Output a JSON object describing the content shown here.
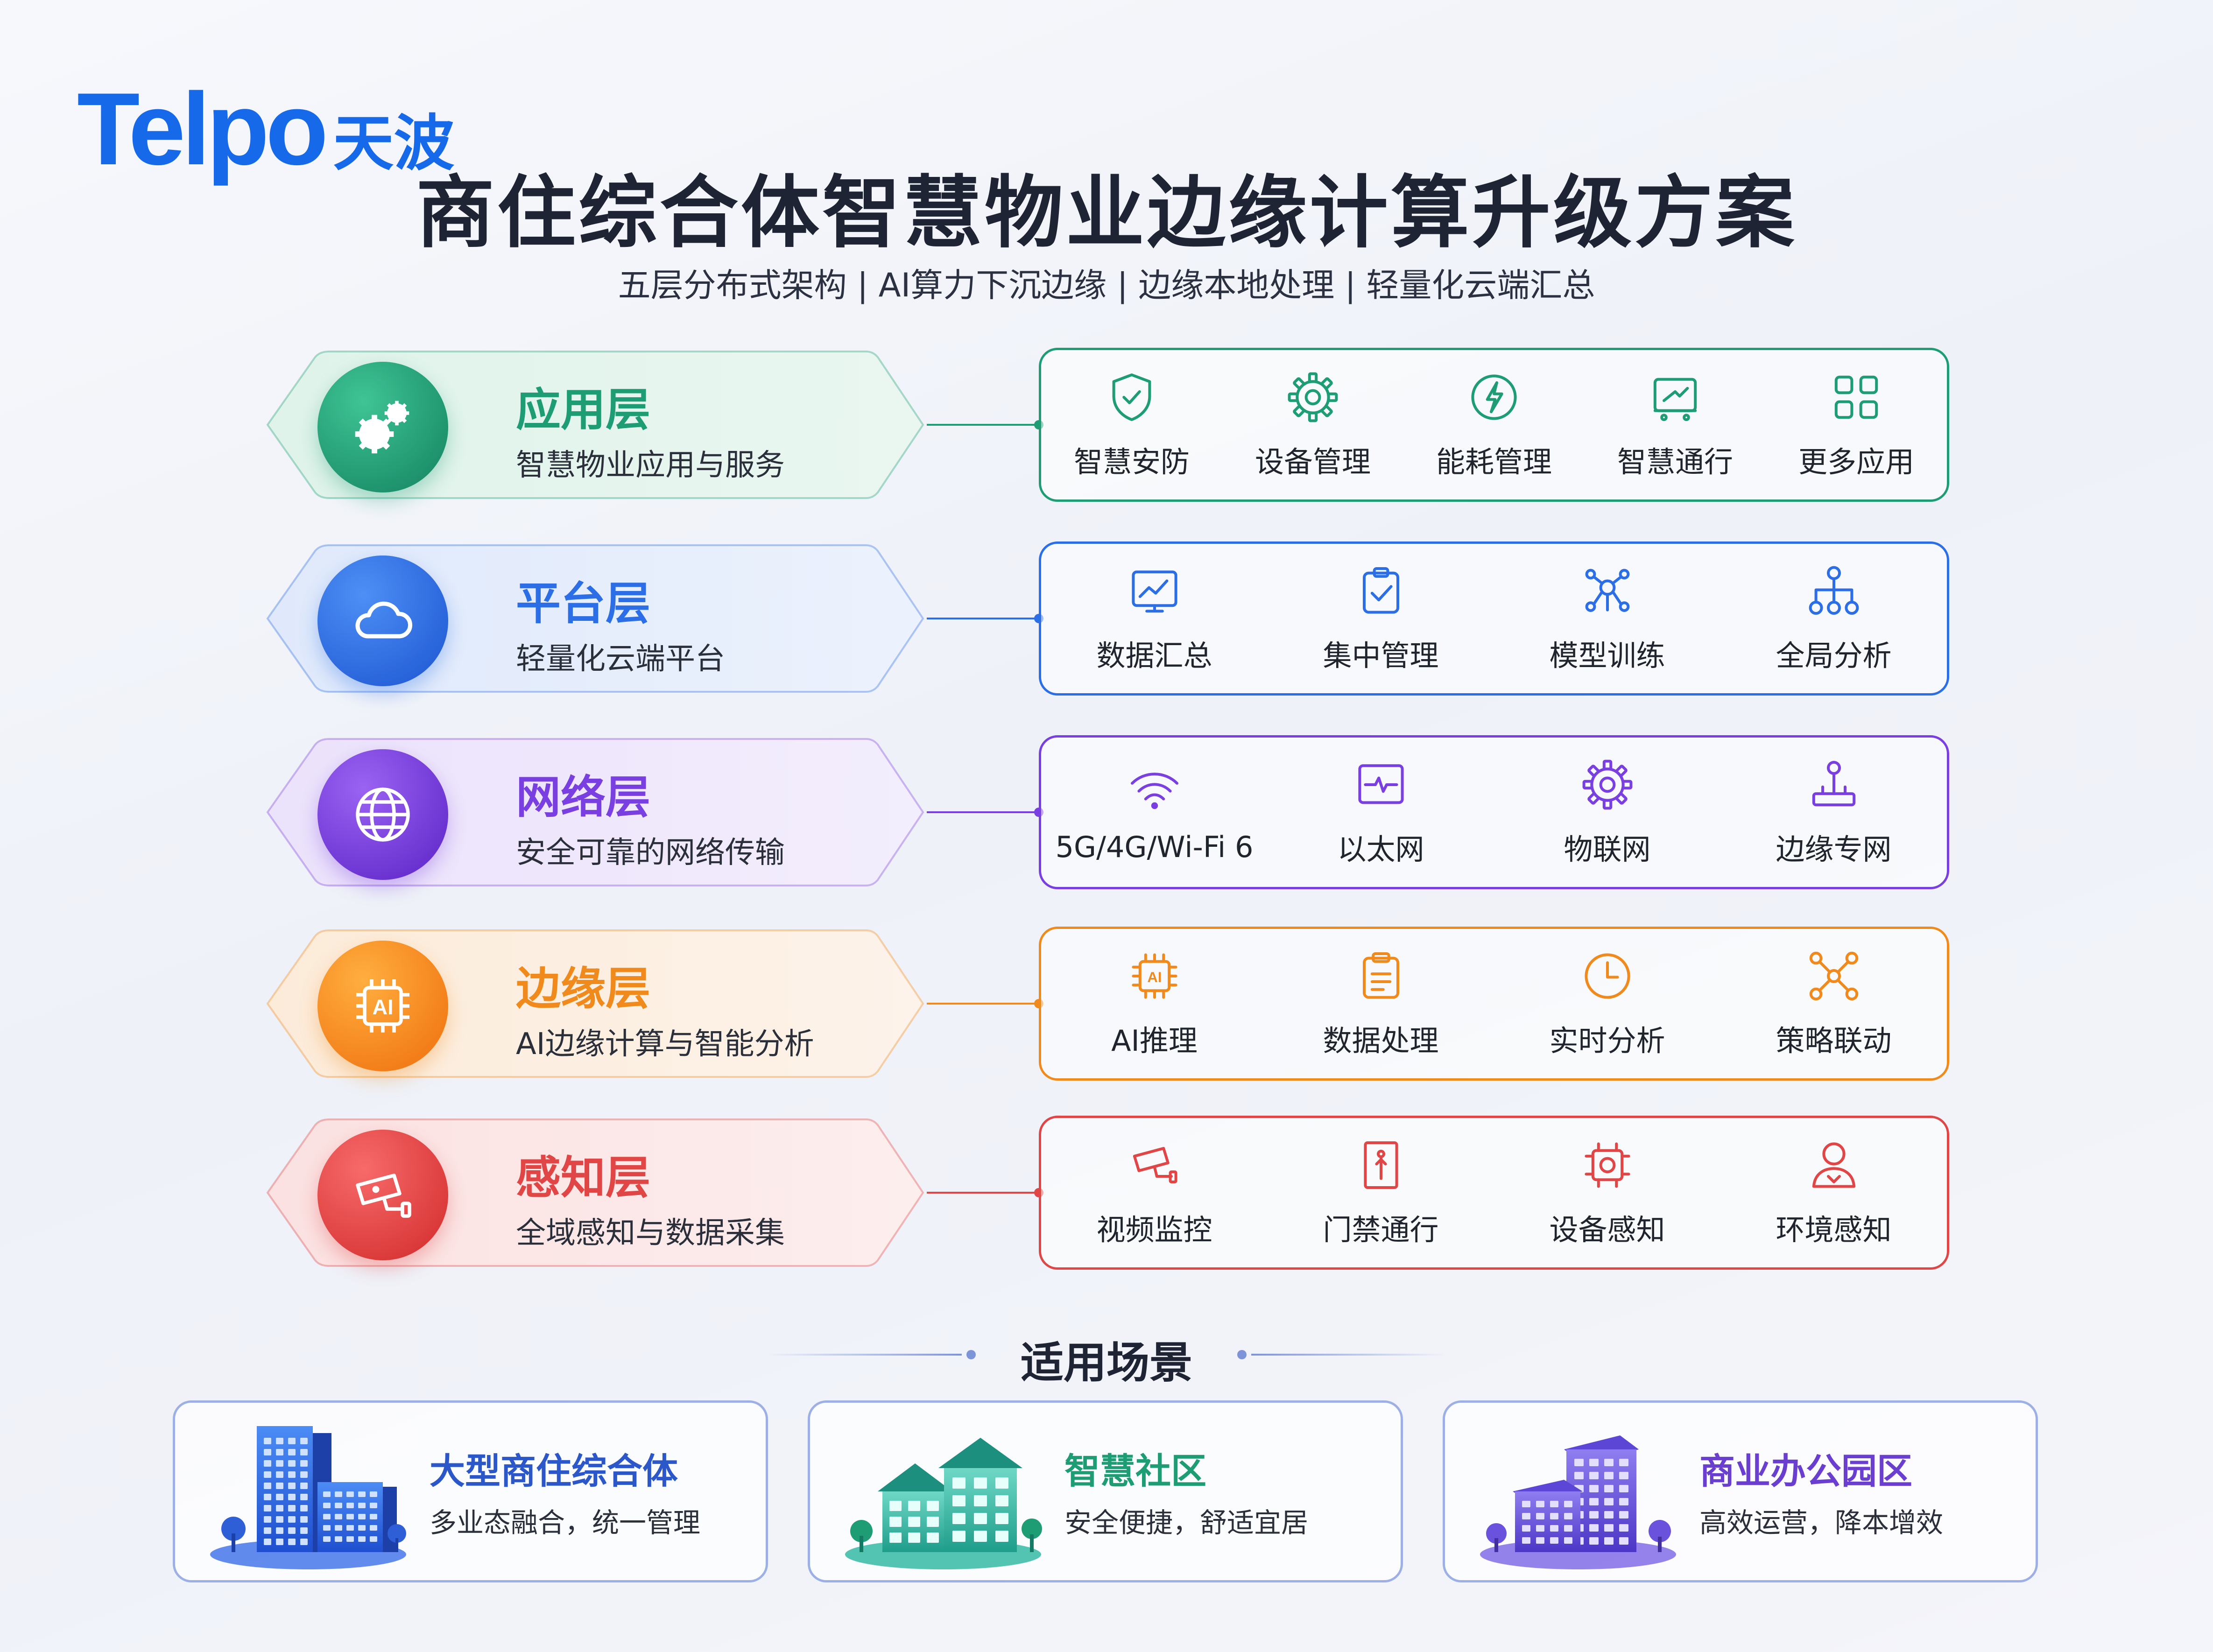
{
  "logo": {
    "text_en": "Telpo",
    "text_cn": "天波"
  },
  "title": "商住综合体智慧物业边缘计算升级方案",
  "subtitle": "五层分布式架构 | AI算力下沉边缘 | 边缘本地处理 | 轻量化云端汇总",
  "colors": {
    "app": "#1e9d74",
    "platform": "#2b6ee6",
    "network": "#7a3fe0",
    "edge": "#f08a1c",
    "sensing": "#e04646"
  },
  "layers": [
    {
      "name": "应用层",
      "desc": "智慧物业应用与服务",
      "icon": "gears-icon",
      "features": [
        {
          "label": "智慧安防",
          "icon": "shield-icon"
        },
        {
          "label": "设备管理",
          "icon": "gear-icon"
        },
        {
          "label": "能耗管理",
          "icon": "lightning-icon"
        },
        {
          "label": "智慧通行",
          "icon": "gate-icon"
        },
        {
          "label": "更多应用",
          "icon": "grid-icon"
        }
      ]
    },
    {
      "name": "平台层",
      "desc": "轻量化云端平台",
      "icon": "cloud-icon",
      "features": [
        {
          "label": "数据汇总",
          "icon": "chart-monitor-icon"
        },
        {
          "label": "集中管理",
          "icon": "clipboard-check-icon"
        },
        {
          "label": "模型训练",
          "icon": "neural-icon"
        },
        {
          "label": "全局分析",
          "icon": "hierarchy-icon"
        }
      ]
    },
    {
      "name": "网络层",
      "desc": "安全可靠的网络传输",
      "icon": "globe-icon",
      "features": [
        {
          "label": "5G/4G/Wi-Fi 6",
          "icon": "wifi-icon"
        },
        {
          "label": "以太网",
          "icon": "ethernet-icon"
        },
        {
          "label": "物联网",
          "icon": "iot-gear-icon"
        },
        {
          "label": "边缘专网",
          "icon": "network-node-icon"
        }
      ]
    },
    {
      "name": "边缘层",
      "desc": "AI边缘计算与智能分析",
      "icon": "ai-chip-icon",
      "features": [
        {
          "label": "AI推理",
          "icon": "ai-chip-icon"
        },
        {
          "label": "数据处理",
          "icon": "clipboard-icon"
        },
        {
          "label": "实时分析",
          "icon": "clock-icon"
        },
        {
          "label": "策略联动",
          "icon": "link-nodes-icon"
        }
      ]
    },
    {
      "name": "感知层",
      "desc": "全域感知与数据采集",
      "icon": "camera-icon",
      "features": [
        {
          "label": "视频监控",
          "icon": "camera-icon"
        },
        {
          "label": "门禁通行",
          "icon": "door-icon"
        },
        {
          "label": "设备感知",
          "icon": "sensor-icon"
        },
        {
          "label": "环境感知",
          "icon": "person-icon"
        }
      ]
    }
  ],
  "scenarios": {
    "heading": "适用场景",
    "items": [
      {
        "title": "大型商住综合体",
        "desc": "多业态融合，统一管理",
        "color": "#2b57c8",
        "icon": "tower-buildings-icon"
      },
      {
        "title": "智慧社区",
        "desc": "安全便捷，舒适宜居",
        "color": "#1e9d74",
        "icon": "houses-icon"
      },
      {
        "title": "商业办公园区",
        "desc": "高效运营，降本增效",
        "color": "#6a3fcf",
        "icon": "office-park-icon"
      }
    ]
  }
}
